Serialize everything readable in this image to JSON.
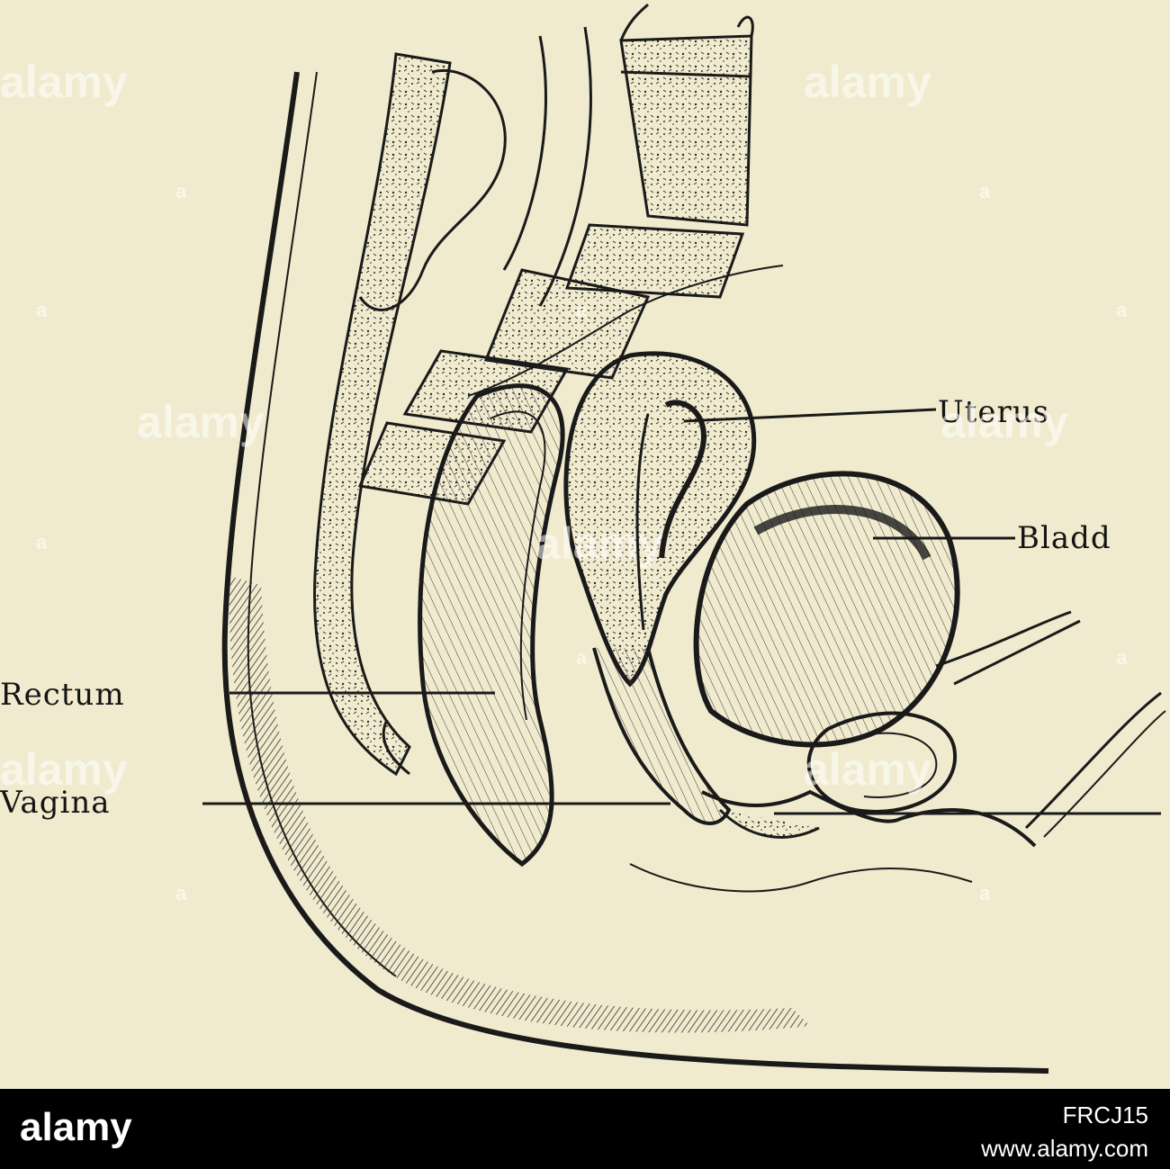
{
  "labels": {
    "uterus": "Uterus",
    "bladder": "Bladd",
    "rectum": "Rectum",
    "vagina": "Vagina"
  },
  "watermark": {
    "brand": "alamy",
    "dot": "a"
  },
  "footer": {
    "logo": "alamy",
    "image_id": "FRCJ15",
    "url": "www.alamy.com"
  },
  "colors": {
    "paper": "#f0eace",
    "ink": "#1a1a1a",
    "footer": "#000000"
  }
}
